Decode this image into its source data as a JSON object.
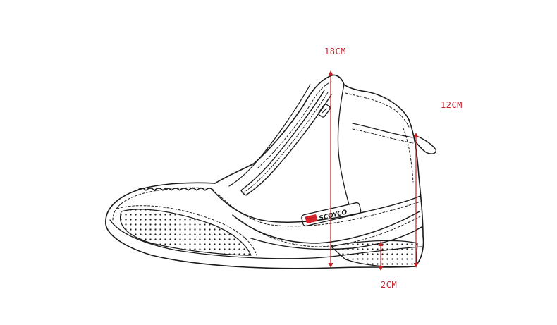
{
  "dimensions": {
    "boot_height": "18CM",
    "shaft_height": "12CM",
    "sole_thickness": "2CM"
  },
  "brand": {
    "logo_text": "SCOYCO"
  },
  "colors": {
    "outline": "#1a1a1a",
    "dimension": "#c9202a",
    "logo": "#d2232a",
    "background": "#ffffff"
  }
}
